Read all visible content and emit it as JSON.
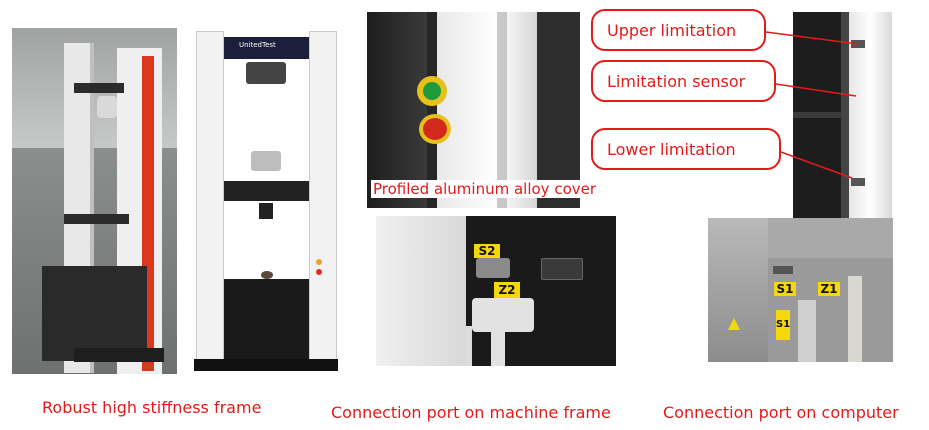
{
  "captions": {
    "frame": "Robust high stiffness frame",
    "cover": "Profiled aluminum alloy cover",
    "machine_port": "Connection port on machine frame",
    "computer_port": "Connection port on computer"
  },
  "callouts": {
    "upper": "Upper limitation",
    "sensor": "Limitation sensor",
    "lower": "Lower limitation"
  },
  "port_labels": {
    "s2": "S2",
    "z2": "Z2",
    "s1": "S1",
    "z1": "Z1",
    "s1_vertical": "S1"
  },
  "brand": "UnitedTest",
  "colors": {
    "caption_red": "#e31a1a",
    "label_yellow": "#f5d80a",
    "frame_red": "#d93a1f"
  }
}
